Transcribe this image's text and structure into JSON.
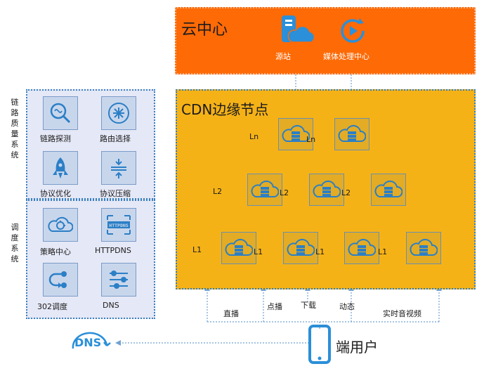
{
  "cloud": {
    "title": "云中心",
    "items": [
      {
        "label": "源站",
        "icon": "origin-server-cloud-icon"
      },
      {
        "label": "媒体处理中心",
        "icon": "media-processing-icon"
      }
    ]
  },
  "cdn": {
    "title": "CDN边缘节点",
    "levels": {
      "ln": "Ln",
      "l2": "L2",
      "l1": "L1"
    },
    "node_icon": "cloud-server-icon"
  },
  "quality_system": {
    "title": "链路质量系统",
    "items": [
      {
        "label": "链路探测",
        "icon": "link-probe-icon"
      },
      {
        "label": "路由选择",
        "icon": "route-selection-icon"
      },
      {
        "label": "协议优化",
        "icon": "rocket-icon"
      },
      {
        "label": "协议压缩",
        "icon": "compress-icon"
      }
    ]
  },
  "dispatch_system": {
    "title": "调度系统",
    "items": [
      {
        "label": "策略中心",
        "icon": "strategy-cloud-icon"
      },
      {
        "label": "HTTPDNS",
        "icon": "httpdns-icon"
      },
      {
        "label": "302调度",
        "icon": "redirect-302-icon"
      },
      {
        "label": "DNS",
        "icon": "dns-sliders-icon"
      }
    ]
  },
  "traffic": [
    "直播",
    "点播",
    "下载",
    "动态",
    "实时音视频"
  ],
  "user": {
    "label": "端用户",
    "icon": "mobile-phone-icon"
  },
  "dns": {
    "label": "DNS",
    "icon": "dns-badge-icon"
  },
  "colors": {
    "cloud_bg": "#fe6a06",
    "cdn_bg": "#f5b217",
    "panel_bg": "#e5e8f6",
    "accent": "#2a8fd8"
  }
}
